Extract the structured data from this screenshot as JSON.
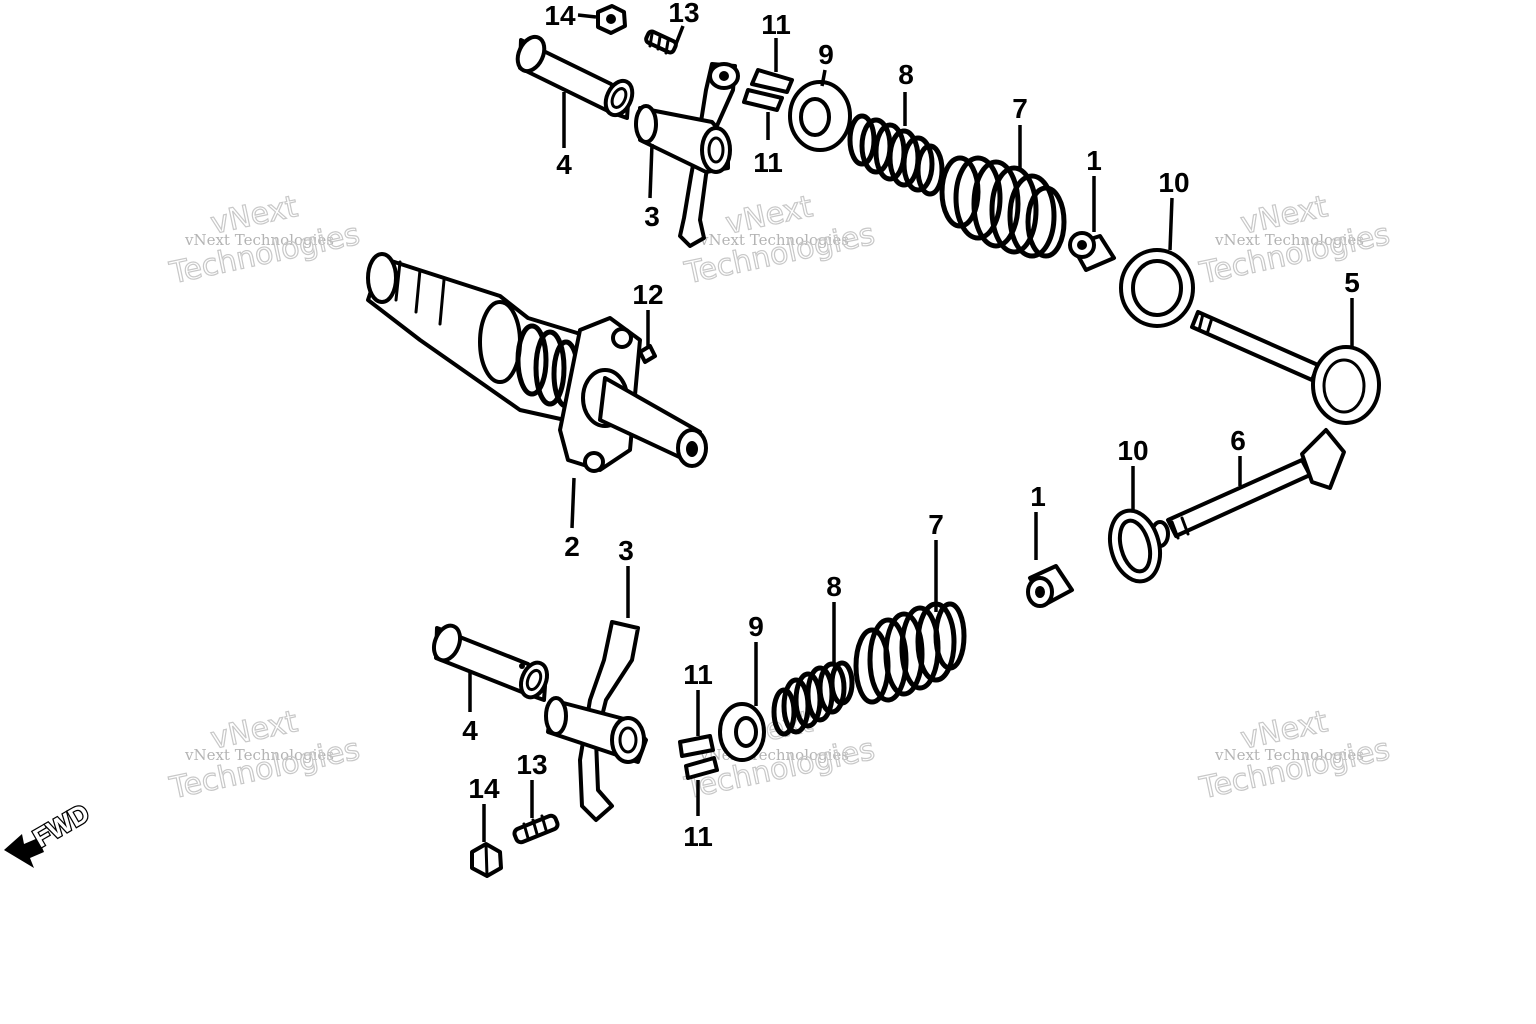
{
  "callouts": [
    {
      "id": "c14a",
      "label": "14"
    },
    {
      "id": "c13a",
      "label": "13"
    },
    {
      "id": "c11a",
      "label": "11"
    },
    {
      "id": "c9a",
      "label": "9"
    },
    {
      "id": "c8a",
      "label": "8"
    },
    {
      "id": "c7a",
      "label": "7"
    },
    {
      "id": "c4a",
      "label": "4"
    },
    {
      "id": "c11b",
      "label": "11"
    },
    {
      "id": "c3a",
      "label": "3"
    },
    {
      "id": "c1a",
      "label": "1"
    },
    {
      "id": "c10a",
      "label": "10"
    },
    {
      "id": "c5",
      "label": "5"
    },
    {
      "id": "c12",
      "label": "12"
    },
    {
      "id": "c2",
      "label": "2"
    },
    {
      "id": "c10b",
      "label": "10"
    },
    {
      "id": "c6",
      "label": "6"
    },
    {
      "id": "c1b",
      "label": "1"
    },
    {
      "id": "c7b",
      "label": "7"
    },
    {
      "id": "c3b",
      "label": "3"
    },
    {
      "id": "c8b",
      "label": "8"
    },
    {
      "id": "c9b",
      "label": "9"
    },
    {
      "id": "c11c",
      "label": "11"
    },
    {
      "id": "c4b",
      "label": "4"
    },
    {
      "id": "c13b",
      "label": "13"
    },
    {
      "id": "c14b",
      "label": "14"
    },
    {
      "id": "c11d",
      "label": "11"
    }
  ],
  "fwd_label": "FWD",
  "watermark": {
    "line1": "vNext Technologies",
    "line2a": "vNext",
    "line2b": "Technologies"
  }
}
